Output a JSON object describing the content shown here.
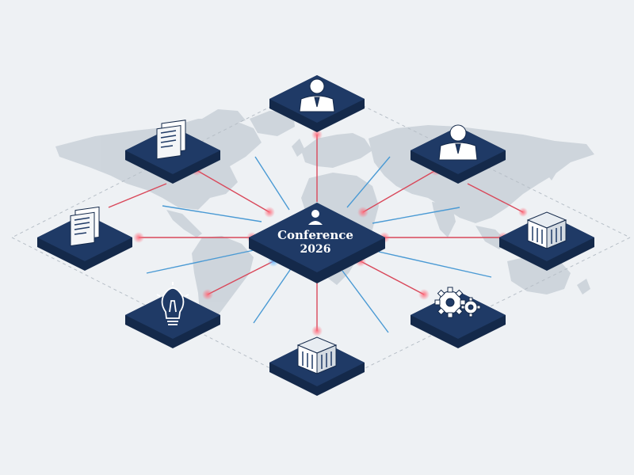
{
  "hub": {
    "title": "Conference",
    "year": "2026",
    "icon": "person-icon"
  },
  "nodes": [
    {
      "id": "top",
      "icon": "person-bust-icon"
    },
    {
      "id": "upper-left",
      "icon": "document-icon"
    },
    {
      "id": "upper-right",
      "icon": "person-bust-icon"
    },
    {
      "id": "left",
      "icon": "document-icon"
    },
    {
      "id": "right",
      "icon": "building-icon"
    },
    {
      "id": "lower-left",
      "icon": "lightbulb-icon"
    },
    {
      "id": "lower-right",
      "icon": "gears-icon"
    },
    {
      "id": "bottom",
      "icon": "building-icon"
    }
  ],
  "colors": {
    "background": "#eef1f4",
    "map": "#c9d1d8",
    "tile_top": "#1f3a66",
    "tile_side": "#14294a",
    "link_red": "#d9485a",
    "link_blue": "#4a9ad4",
    "icon": "#ffffff"
  }
}
